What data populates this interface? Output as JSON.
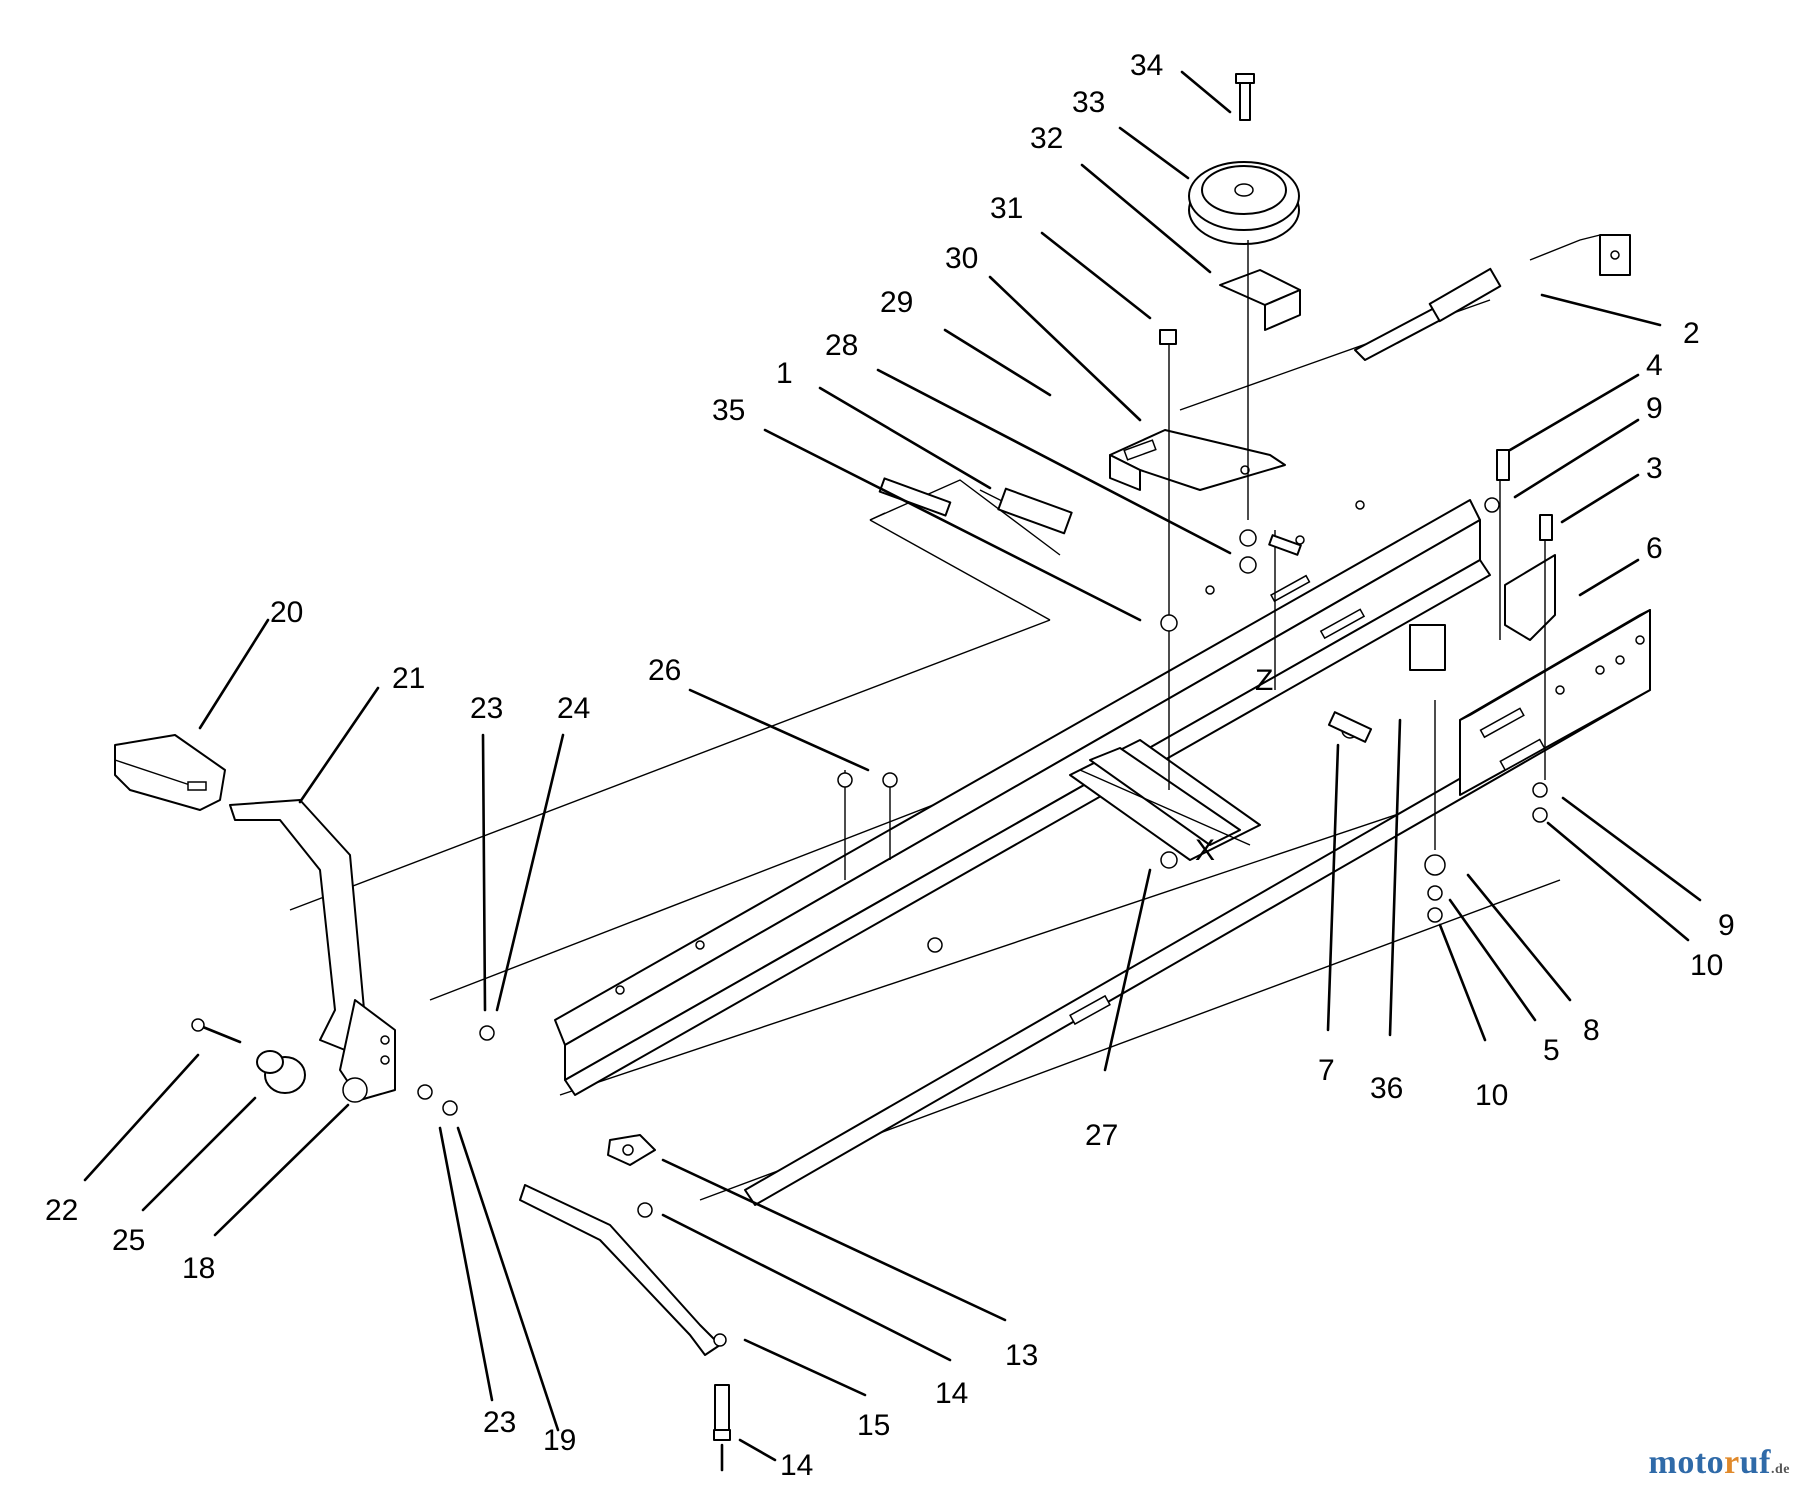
{
  "diagram": {
    "callouts": [
      {
        "label": "34"
      },
      {
        "label": "33"
      },
      {
        "label": "32"
      },
      {
        "label": "31"
      },
      {
        "label": "30"
      },
      {
        "label": "29"
      },
      {
        "label": "28"
      },
      {
        "label": "1"
      },
      {
        "label": "35"
      },
      {
        "label": "2"
      },
      {
        "label": "4"
      },
      {
        "label": "9"
      },
      {
        "label": "3"
      },
      {
        "label": "6"
      },
      {
        "label": "20"
      },
      {
        "label": "21"
      },
      {
        "label": "23"
      },
      {
        "label": "24"
      },
      {
        "label": "26"
      },
      {
        "label": "9"
      },
      {
        "label": "10"
      },
      {
        "label": "8"
      },
      {
        "label": "5"
      },
      {
        "label": "10"
      },
      {
        "label": "7"
      },
      {
        "label": "36"
      },
      {
        "label": "27"
      },
      {
        "label": "22"
      },
      {
        "label": "25"
      },
      {
        "label": "18"
      },
      {
        "label": "23"
      },
      {
        "label": "19"
      },
      {
        "label": "13"
      },
      {
        "label": "14"
      },
      {
        "label": "15"
      },
      {
        "label": "14"
      }
    ],
    "frame_marks": {
      "z": "Z",
      "x": "X"
    }
  },
  "watermark": {
    "part_a": "moto",
    "part_b": "r",
    "part_c": "uf",
    "part_d": ".de"
  }
}
